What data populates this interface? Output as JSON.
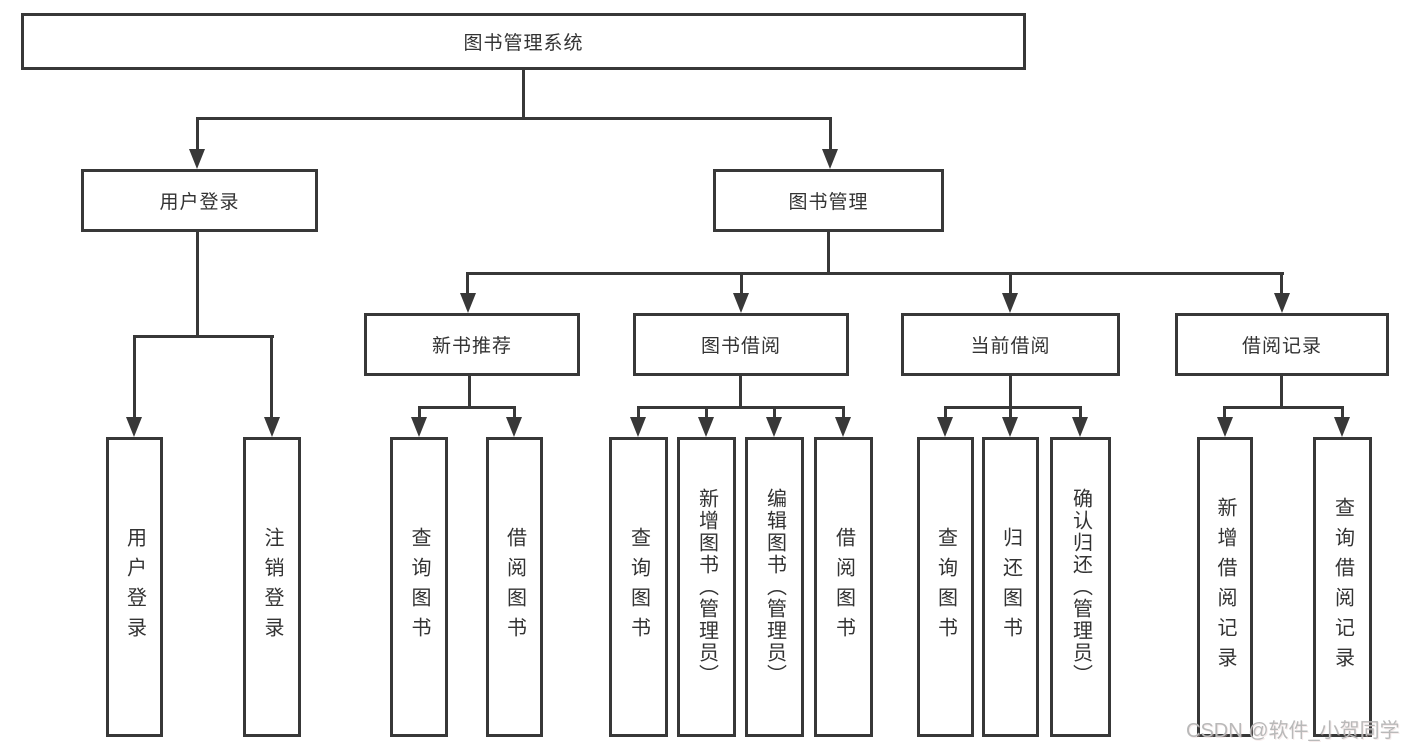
{
  "diagram": {
    "root": {
      "label": "图书管理系统"
    },
    "branches": [
      {
        "label": "用户登录",
        "children": [
          {
            "label": "用户登录"
          },
          {
            "label": "注销登录"
          }
        ]
      },
      {
        "label": "图书管理",
        "children": [
          {
            "label": "新书推荐",
            "children": [
              {
                "label": "查询图书"
              },
              {
                "label": "借阅图书"
              }
            ]
          },
          {
            "label": "图书借阅",
            "children": [
              {
                "label": "查询图书"
              },
              {
                "label": "新增图书（管理员）"
              },
              {
                "label": "编辑图书（管理员）"
              },
              {
                "label": "借阅图书"
              }
            ]
          },
          {
            "label": "当前借阅",
            "children": [
              {
                "label": "查询图书"
              },
              {
                "label": "归还图书"
              },
              {
                "label": "确认归还（管理员）"
              }
            ]
          },
          {
            "label": "借阅记录",
            "children": [
              {
                "label": "新增借阅记录"
              },
              {
                "label": "查询借阅记录"
              }
            ]
          }
        ]
      }
    ]
  },
  "watermark": "CSDN @软件_小贺同学",
  "colors": {
    "line": "#383838",
    "text": "#333333",
    "watermark": "#b9b9b9",
    "background": "#ffffff"
  }
}
